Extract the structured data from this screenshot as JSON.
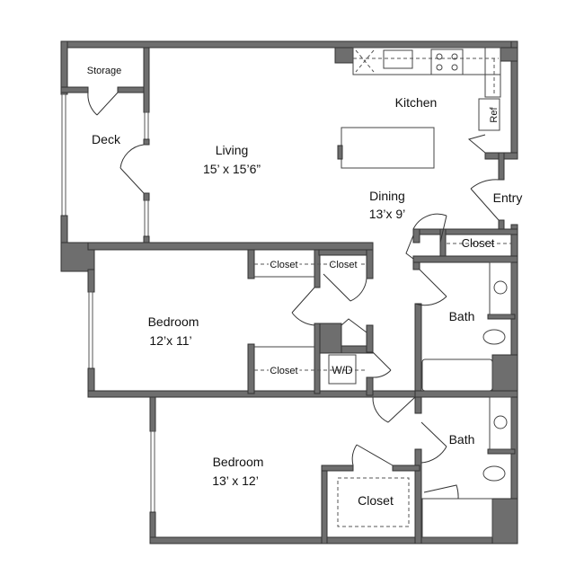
{
  "rooms": {
    "storage": {
      "name": "Storage"
    },
    "deck": {
      "name": "Deck"
    },
    "living": {
      "name": "Living",
      "size": "15’ x 15’6”"
    },
    "kitchen": {
      "name": "Kitchen"
    },
    "ref": {
      "name": "Ref"
    },
    "dining": {
      "name": "Dining",
      "size": "13’x 9’"
    },
    "entry": {
      "name": "Entry"
    },
    "entry_closet": {
      "name": "Closet"
    },
    "bath1": {
      "name": "Bath"
    },
    "bath2": {
      "name": "Bath"
    },
    "bedroom1": {
      "name": "Bedroom",
      "size": "12’x 11’"
    },
    "closet1": {
      "name": "Closet"
    },
    "closet2": {
      "name": "Closet"
    },
    "closet3": {
      "name": "Closet"
    },
    "wd": {
      "name": "W/D"
    },
    "bedroom2": {
      "name": "Bedroom",
      "size": "13’ x 12’"
    },
    "walkin_closet": {
      "name": "Closet"
    }
  },
  "colors": {
    "wall": "#6e6e6e",
    "background": "#ffffff"
  }
}
